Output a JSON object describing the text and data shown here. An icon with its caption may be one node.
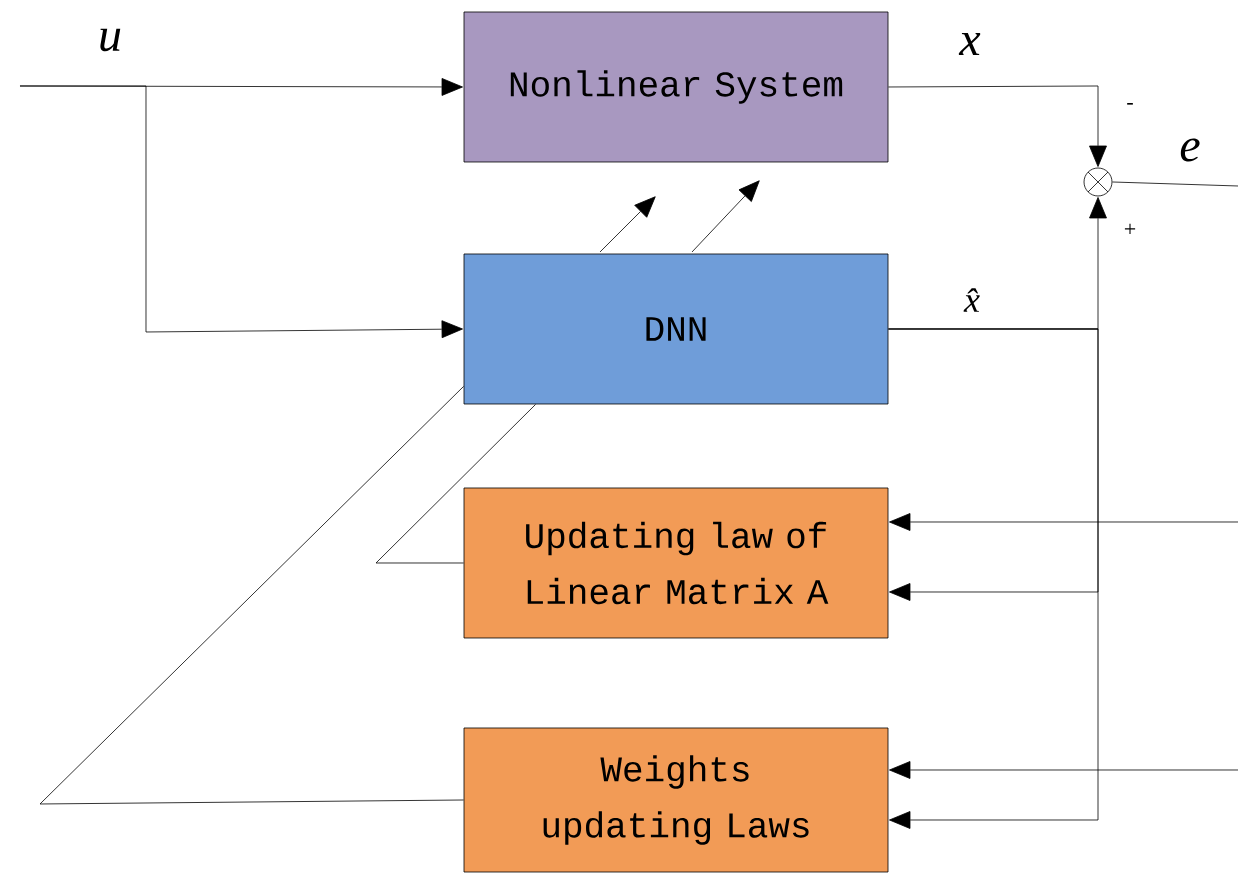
{
  "diagram": {
    "nodes": [
      {
        "text": [
          "Nonlinear System"
        ]
      },
      {
        "text": [
          "DNN"
        ]
      },
      {
        "text": [
          "Updating law of Linear Matrix A"
        ]
      },
      {
        "text": [
          "Weights updating Laws"
        ]
      },
      {
        "text": [],
        "shape": "circle"
      }
    ],
    "edges": [
      {
        "from": null,
        "to": 0,
        "arrow": "to"
      },
      {
        "from": null,
        "to": 1,
        "arrow": "to"
      },
      {
        "from": 0,
        "to": 4,
        "arrow": "to"
      },
      {
        "from": 1,
        "to": 4,
        "arrow": "to"
      },
      {
        "from": 1,
        "to": 2,
        "arrow": "to"
      },
      {
        "from": 1,
        "to": 3,
        "arrow": "to"
      },
      {
        "from": 4,
        "to": null,
        "arrow": "none"
      },
      {
        "from": null,
        "to": 2,
        "arrow": "to"
      },
      {
        "from": null,
        "to": 3,
        "arrow": "to"
      },
      {
        "from": 2,
        "to": 1,
        "arrow": "none"
      },
      {
        "from": 3,
        "to": 1,
        "arrow": "none"
      }
    ],
    "labels": [
      "u",
      "x",
      "e",
      "x̂",
      "-",
      "+"
    ]
  }
}
